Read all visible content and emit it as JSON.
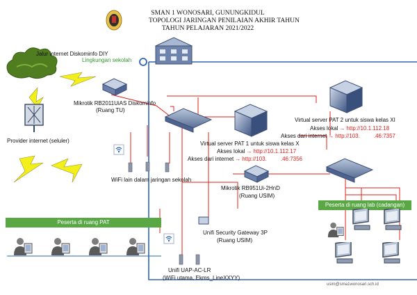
{
  "header": {
    "line1": "SMAN 1 WONOSARI, GUNUNGKIDUL",
    "line2": "TOPOLOGI JARINGAN PENILAIAN AKHIR TAHUN",
    "line3": "TAHUN PELAJARAN 2021/2022"
  },
  "labels": {
    "lingkungan": "Lingkungan sekolah",
    "jalur_internet": "Jalur internet Diskominfo DIY",
    "mikrotik_top_name": "Mikrotik RB2011UiAS Diskominfo",
    "mikrotik_top_room": "(Ruang TU)",
    "provider": "Provider internet (seluler)",
    "wifi_lain": "WiFi lain dalam jaringan sekolah",
    "mikrotik_mid_name": "Mikrotik RB951Ui-2HnD",
    "mikrotik_mid_room": "(Ruang USIM)",
    "unifi_gateway_name": "Unifi Security Gateway 3P",
    "unifi_gateway_room": "(Ruang USIM)",
    "unifi_ap_name": "Unifi UAP-AC-LR",
    "unifi_ap_detail": "(WiFi utama, Ekms_LineXXYY)",
    "peserta_pat": "Peserta di ruang PAT",
    "peserta_lab": "Peserta di ruang lab (cadangan)",
    "email": "usim@sma1wonosari.sch.id"
  },
  "server_pat1": {
    "title": "Virtual server PAT 1 untuk siswa kelas X",
    "lokal_label": "Akses lokal",
    "lokal_url": "http://10.1.112.17",
    "internet_label": "Akses dari internet",
    "internet_url": "http://103.         .46:7356"
  },
  "server_pat2": {
    "title": "Virtual server PAT 2 untuk siswa kelas XI",
    "lokal_label": "Akses lokal",
    "lokal_url": "http://10.1.112.18",
    "internet_label": "Akses dari internet",
    "internet_url": "http://103.         .46:7357"
  },
  "arrow_glyph": "→",
  "colors": {
    "link_red": "#e0201b",
    "school_blue": "#2e64b4",
    "bar_green": "#5aa845",
    "lightning_yellow": "#f2ef1a",
    "cloud_green": "#4f7d1f"
  },
  "icons": [
    "school-logo-icon",
    "server-building-icon",
    "cloud-icon",
    "router-icon",
    "cell-tower-icon",
    "switch-icon",
    "server-icon",
    "wifi-icon",
    "access-point-icon",
    "user-icon",
    "workstation-icon",
    "lightning-icon"
  ]
}
